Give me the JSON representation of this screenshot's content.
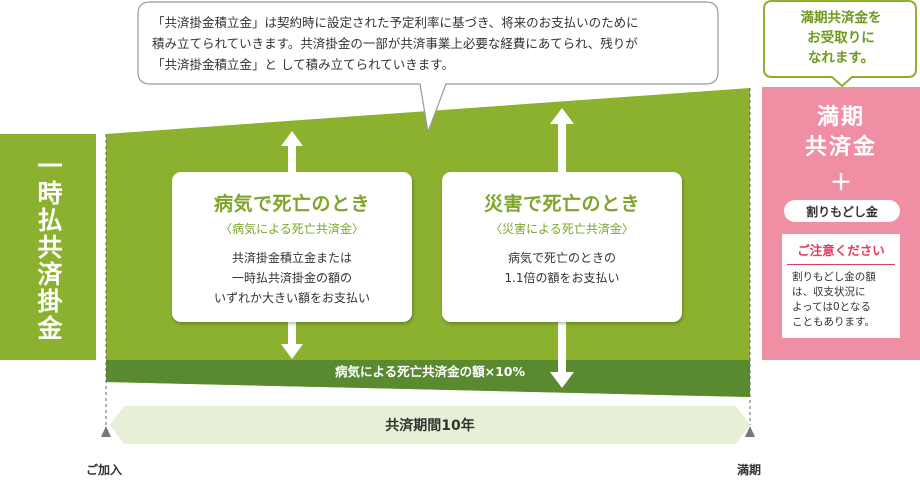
{
  "lump_sum": {
    "label": "一時払共済掛金"
  },
  "bubble": {
    "lines": [
      "「共済掛金積立金」は契約時に設定された予定利率に基づき、将来のお支払いのために",
      "積み立てられていきます。共済掛金の一部が共済事業上必要な経費にあてられ、残りが",
      "「共済掛金積立金」と して積み立てられていきます。"
    ]
  },
  "illness_card": {
    "title": "病気で死亡のとき",
    "subtitle": "〈病気による死亡共済金〉",
    "body": [
      "共済掛金積立金または",
      "一時払共済掛金の額の",
      "いずれか大きい額をお支払い"
    ]
  },
  "disaster_card": {
    "title": "災害で死亡のとき",
    "subtitle": "〈災害による死亡共済金〉",
    "body": [
      "病気で死亡のときの",
      "1.1倍の額をお支払い"
    ]
  },
  "band": {
    "label": "病気による死亡共済金の額×10%"
  },
  "term": {
    "label": "共済期間10年"
  },
  "timeline": {
    "start": "ご加入",
    "end": "満期"
  },
  "maturity": {
    "title_lines": [
      "満期",
      "共済金"
    ],
    "plus": "＋",
    "refund": "割りもどし金",
    "notice_title": "ご注意ください",
    "notice_lines": [
      "割りもどし金の額",
      "は、収支状況に",
      "よっては0となる",
      "こともあります。"
    ]
  },
  "callout": {
    "lines": [
      "満期共済金を",
      "お受取りに",
      "なれます。"
    ]
  },
  "colors": {
    "green": "#8bb12e",
    "dark_green": "#5a8a30",
    "light_green": "#e7f0d6",
    "pink": "#f08ea3",
    "notice_red": "#e23b62"
  }
}
